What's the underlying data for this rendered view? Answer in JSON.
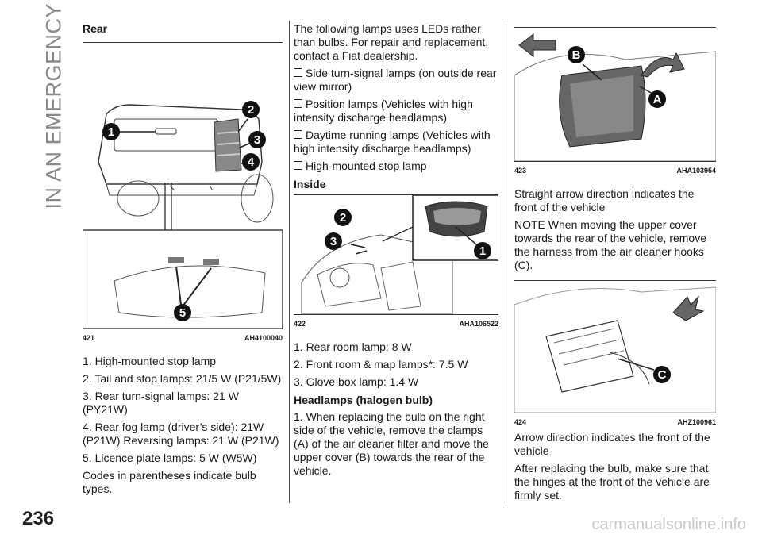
{
  "side_title": "IN AN EMERGENCY",
  "page_number": "236",
  "watermark": "carmanualsonline.info",
  "col1": {
    "heading": "Rear",
    "figure": {
      "num": "421",
      "code": "AH4100040"
    },
    "items": [
      "1. High-mounted stop lamp",
      "2. Tail and stop lamps: 21/5 W (P21/5W)",
      "3. Rear turn-signal lamps: 21 W (PY21W)",
      "4. Rear fog lamp (driver’s side): 21W (P21W) Reversing lamps: 21 W (P21W)",
      "5. Licence plate lamps: 5 W (W5W)",
      "Codes in parentheses indicate bulb types."
    ]
  },
  "col2": {
    "intro": "The following lamps uses LEDs rather than bulbs. For repair and replacement, contact a Fiat dealership.",
    "bullets": [
      "Side turn-signal lamps (on outside rear view mirror)",
      "Position lamps (Vehicles with high intensity discharge headlamps)",
      "Daytime running lamps (Vehicles with high intensity discharge headlamps)",
      "High-mounted stop lamp"
    ],
    "inside_heading": "Inside",
    "figure": {
      "num": "422",
      "code": "AHA106522"
    },
    "inside_items": [
      "1. Rear room lamp: 8 W",
      "2. Front room & map lamps*: 7.5 W",
      "3. Glove box lamp: 1.4 W"
    ],
    "headlamps_heading": "Headlamps (halogen bulb)",
    "headlamps_text": "1. When replacing the bulb on the right side of the vehicle, remove the clamps (A) of the air cleaner filter and move the upper cover (B) towards the rear of the vehicle."
  },
  "col3": {
    "figure1": {
      "num": "423",
      "code": "AHA103954"
    },
    "text1": "Straight arrow direction indicates the front of the vehicle",
    "note": "NOTE When moving the upper cover towards the rear of the vehicle, remove the harness from the air cleaner hooks (C).",
    "figure2": {
      "num": "424",
      "code": "AHZ100961"
    },
    "text2": "Arrow direction indicates the front of the vehicle",
    "text3": "After replacing the bulb, make sure that the hinges at the front of the vehicle are firmly set."
  },
  "callouts": {
    "fig421": [
      "1",
      "2",
      "3",
      "4",
      "5"
    ],
    "fig422": [
      "2",
      "3",
      "1"
    ],
    "fig423": [
      "B",
      "A"
    ],
    "fig424": [
      "C"
    ]
  }
}
